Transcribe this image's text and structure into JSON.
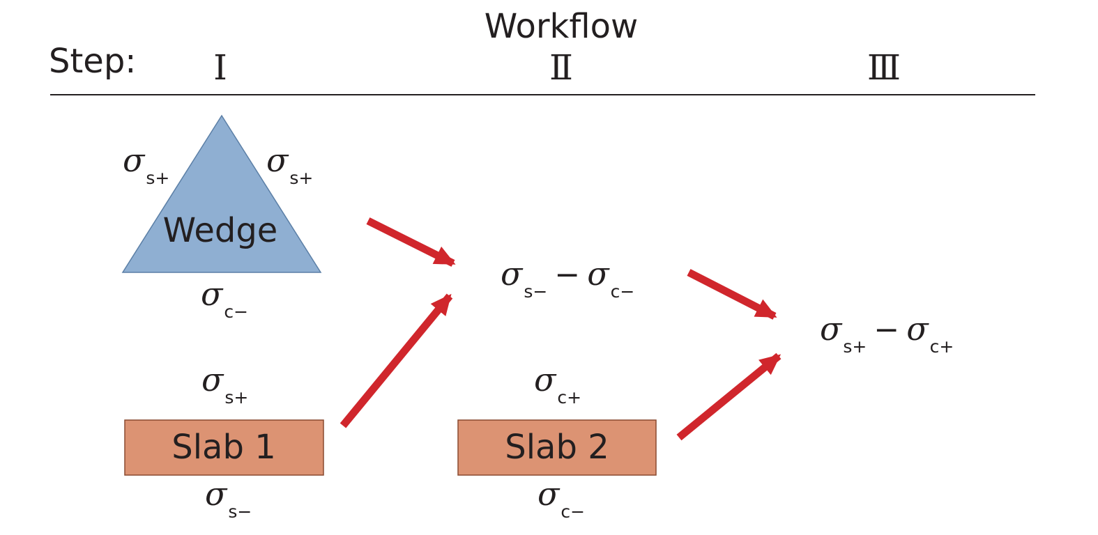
{
  "title": "Workflow",
  "step_label": "Step:",
  "steps": [
    "Ⅰ",
    "Ⅱ",
    "Ⅲ"
  ],
  "colors": {
    "wedge_fill": "#8fafd2",
    "wedge_stroke": "#5b7fa6",
    "slab_fill": "#dc9373",
    "slab_stroke": "#8a4a30",
    "arrow": "#d0262c",
    "text": "#231f20"
  },
  "shapes": {
    "wedge": {
      "label": "Wedge"
    },
    "slab1": {
      "label": "Slab 1"
    },
    "slab2": {
      "label": "Slab 2"
    }
  },
  "symbols": {
    "sigma": "σ",
    "minus": "−"
  },
  "terms": {
    "wedge_left": "s+",
    "wedge_right": "s+",
    "wedge_bottom": "c−",
    "slab1_top": "s+",
    "slab1_bottom": "s−",
    "slab2_top": "c+",
    "slab2_bottom": "c−",
    "step2_a": "s−",
    "step2_b": "c−",
    "step3_a": "s+",
    "step3_b": "c+"
  }
}
